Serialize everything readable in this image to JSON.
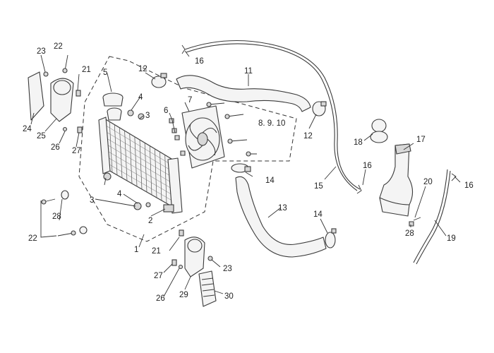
{
  "diagram": {
    "callouts": [
      {
        "id": "c1",
        "text": "1"
      },
      {
        "id": "c2",
        "text": "2"
      },
      {
        "id": "c3a",
        "text": "3"
      },
      {
        "id": "c3b",
        "text": "3"
      },
      {
        "id": "c4a",
        "text": "4"
      },
      {
        "id": "c4b",
        "text": "4"
      },
      {
        "id": "c5",
        "text": "5"
      },
      {
        "id": "c6",
        "text": "6"
      },
      {
        "id": "c7",
        "text": "7"
      },
      {
        "id": "c8910",
        "text": "8. 9. 10"
      },
      {
        "id": "c11",
        "text": "11"
      },
      {
        "id": "c12a",
        "text": "12"
      },
      {
        "id": "c12b",
        "text": "12"
      },
      {
        "id": "c13",
        "text": "13"
      },
      {
        "id": "c14a",
        "text": "14"
      },
      {
        "id": "c14b",
        "text": "14"
      },
      {
        "id": "c15",
        "text": "15"
      },
      {
        "id": "c16a",
        "text": "16"
      },
      {
        "id": "c16b",
        "text": "16"
      },
      {
        "id": "c16c",
        "text": "16"
      },
      {
        "id": "c17",
        "text": "17"
      },
      {
        "id": "c18",
        "text": "18"
      },
      {
        "id": "c19",
        "text": "19"
      },
      {
        "id": "c20",
        "text": "20"
      },
      {
        "id": "c21a",
        "text": "21"
      },
      {
        "id": "c21b",
        "text": "21"
      },
      {
        "id": "c22a",
        "text": "22"
      },
      {
        "id": "c22b",
        "text": "22"
      },
      {
        "id": "c23a",
        "text": "23"
      },
      {
        "id": "c23b",
        "text": "23"
      },
      {
        "id": "c24",
        "text": "24"
      },
      {
        "id": "c25",
        "text": "25"
      },
      {
        "id": "c26a",
        "text": "26"
      },
      {
        "id": "c26b",
        "text": "26"
      },
      {
        "id": "c27a",
        "text": "27"
      },
      {
        "id": "c27b",
        "text": "27"
      },
      {
        "id": "c28a",
        "text": "28"
      },
      {
        "id": "c28b",
        "text": "28"
      },
      {
        "id": "c29",
        "text": "29"
      },
      {
        "id": "c30",
        "text": "30"
      }
    ]
  }
}
